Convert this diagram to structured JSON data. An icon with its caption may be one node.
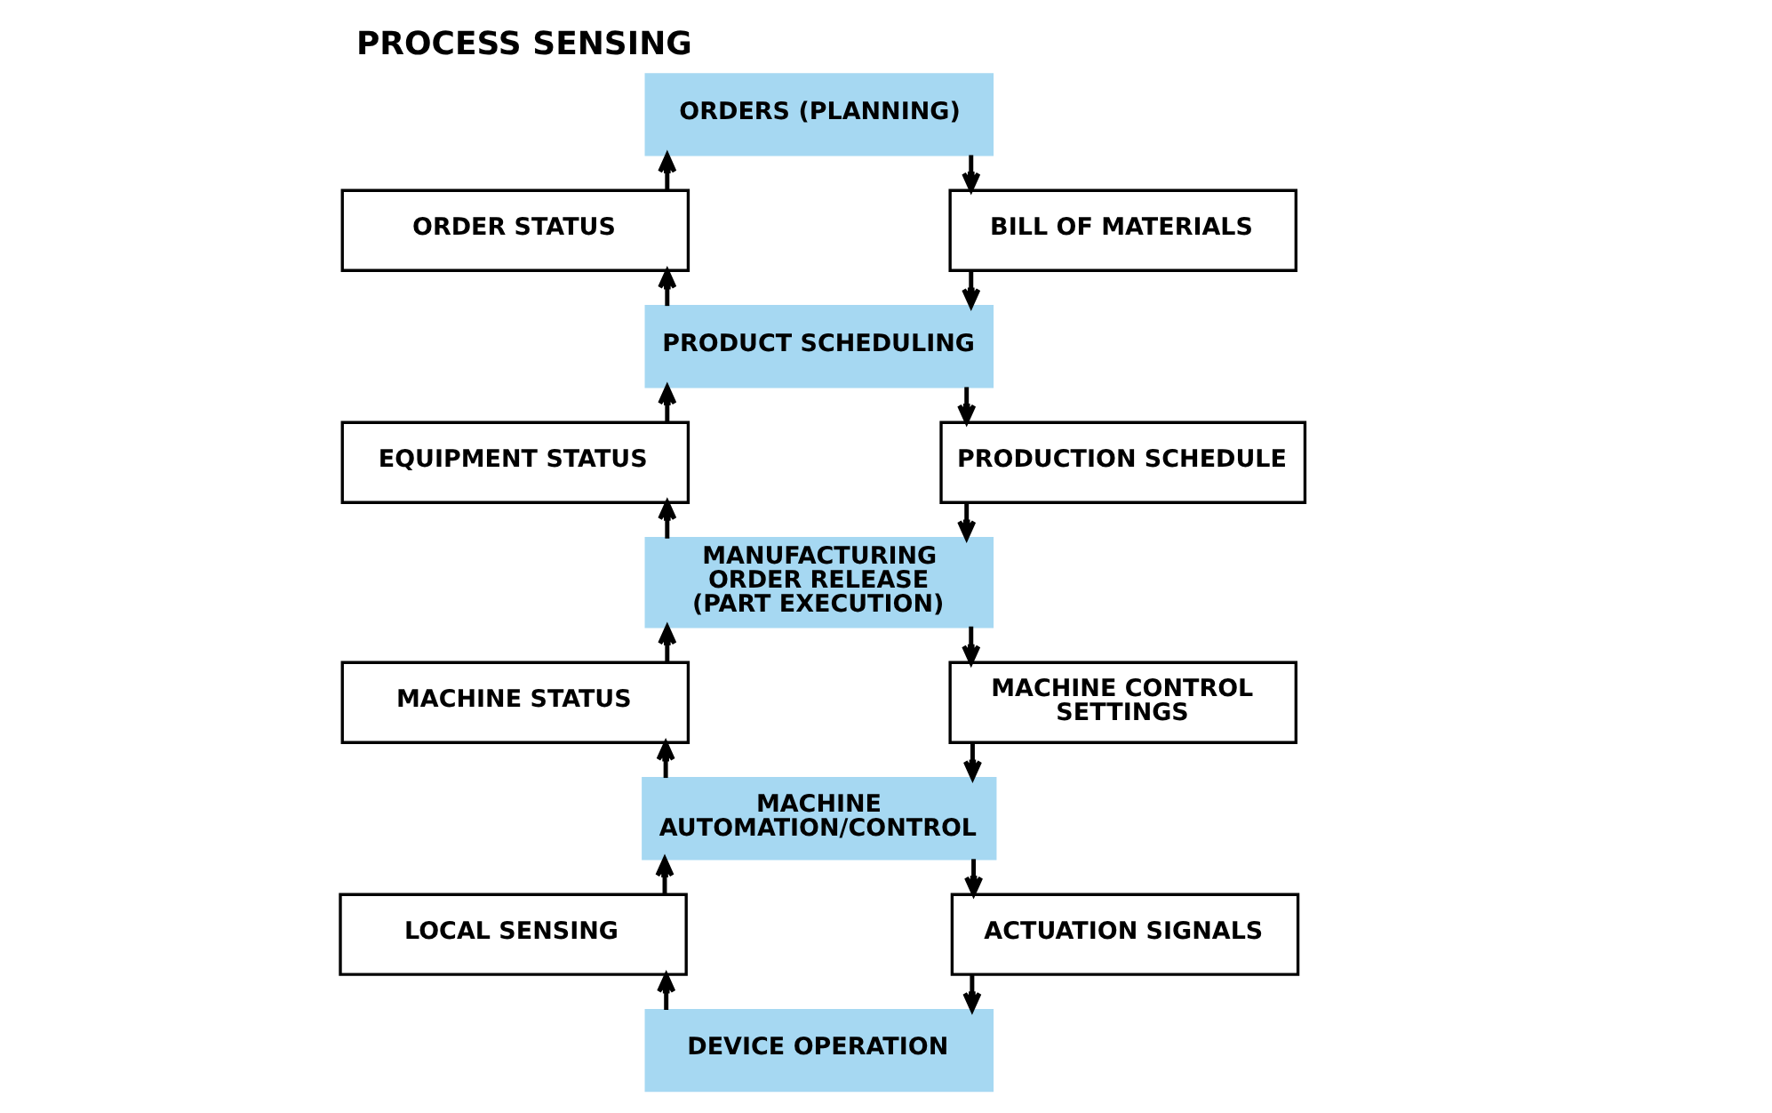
{
  "diagram": {
    "title": "PROCESS SENSING",
    "nodes": [
      {
        "text": [
          "ORDERS (PLANNING)"
        ]
      },
      {
        "text": [
          "ORDER STATUS"
        ]
      },
      {
        "text": [
          "BILL OF MATERIALS"
        ]
      },
      {
        "text": [
          "PRODUCT SCHEDULING"
        ]
      },
      {
        "text": [
          "EQUIPMENT STATUS"
        ]
      },
      {
        "text": [
          "PRODUCTION SCHEDULE"
        ]
      },
      {
        "text": [
          "MANUFACTURING ORDER RELEASE (PART EXECUTION)"
        ]
      },
      {
        "text": [
          "MACHINE STATUS"
        ]
      },
      {
        "text": [
          "MACHINE CONTROL SETTINGS"
        ]
      },
      {
        "text": [
          "MACHINE AUTOMATION/CONTROL"
        ]
      },
      {
        "text": [
          "LOCAL SENSING"
        ]
      },
      {
        "text": [
          "ACTUATION SIGNALS"
        ]
      },
      {
        "text": [
          "DEVICE OPERATION"
        ]
      }
    ],
    "edges": [
      {
        "from": 1,
        "to": 0,
        "arrow": "to"
      },
      {
        "from": 0,
        "to": 2,
        "arrow": "to"
      },
      {
        "from": 2,
        "to": 3,
        "arrow": "to"
      },
      {
        "from": 3,
        "to": 1,
        "arrow": "to"
      },
      {
        "from": 4,
        "to": 3,
        "arrow": "to"
      },
      {
        "from": 3,
        "to": 5,
        "arrow": "to"
      },
      {
        "from": 5,
        "to": 6,
        "arrow": "to"
      },
      {
        "from": 6,
        "to": 4,
        "arrow": "to"
      },
      {
        "from": 7,
        "to": 6,
        "arrow": "to"
      },
      {
        "from": 6,
        "to": 8,
        "arrow": "to"
      },
      {
        "from": 8,
        "to": 9,
        "arrow": "to"
      },
      {
        "from": 9,
        "to": 7,
        "arrow": "to"
      },
      {
        "from": 10,
        "to": 9,
        "arrow": "to"
      },
      {
        "from": 9,
        "to": 11,
        "arrow": "to"
      },
      {
        "from": 11,
        "to": 12,
        "arrow": "to"
      },
      {
        "from": 12,
        "to": 10,
        "arrow": "to"
      }
    ]
  }
}
